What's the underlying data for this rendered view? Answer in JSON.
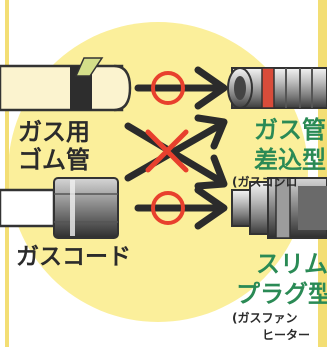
{
  "labels": {
    "gas_hose": [
      "ガス用",
      "ゴム管"
    ],
    "gas_pipe_type": [
      "ガス管",
      "差込型"
    ],
    "gas_pipe_note": "(ガスコンロ",
    "gas_cord": "ガスコード",
    "slim_plug_type": [
      "スリム",
      "プラグ型"
    ],
    "slim_plug_note": [
      "(ガスファン",
      "ヒーター"
    ]
  },
  "symbols": {
    "ok_mark": "circle",
    "ng_mark": "cross"
  },
  "colors": {
    "background_circle": "#fbef9b",
    "border": "#f3de74",
    "green_label": "#2a8a55",
    "dark_label": "#2b2b2b",
    "ok_circle": "#e8402d",
    "ng_cross": "#e8402d",
    "arrow": "#2b2b2b"
  }
}
